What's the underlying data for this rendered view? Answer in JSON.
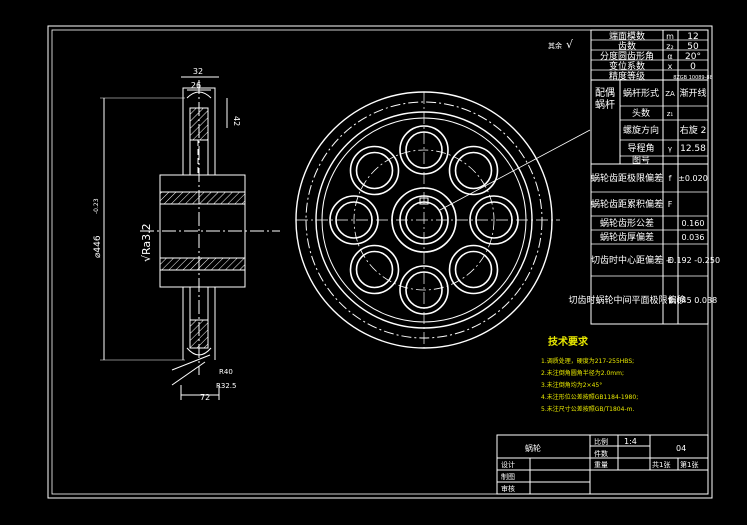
{
  "dims": {
    "d32": "32",
    "d26": "26",
    "d42": "42",
    "d446": "⌀446",
    "d446_tol": "-0.23",
    "ra": "√Ra3.2",
    "r40": "R40",
    "r32_5": "R32.5",
    "d72": "72",
    "roughness_rest_label": "其余",
    "roughness_rest_value": "√"
  },
  "params": [
    {
      "name": "端面模数",
      "sym": "m",
      "val": "12"
    },
    {
      "name": "齿数",
      "sym": "z₂",
      "val": "50"
    },
    {
      "name": "分度圆齿形角",
      "sym": "α",
      "val": "20°"
    },
    {
      "name": "变位系数",
      "sym": "x",
      "val": "0"
    },
    {
      "name": "精度等级",
      "sym": "",
      "val": "8ZGB 10089-88"
    }
  ],
  "mating": {
    "label": "配偶蜗杆",
    "rows": [
      {
        "name": "蜗杆形式",
        "sym": "ZA",
        "val": "渐开线"
      },
      {
        "name": "头数",
        "sym": "z₁",
        "val": ""
      },
      {
        "name": "螺旋方向",
        "sym": "",
        "val": "右旋 2"
      },
      {
        "name": "导程角",
        "sym": "γ",
        "val": "12.58"
      },
      {
        "name": "图号",
        "sym": "",
        "val": ""
      }
    ]
  },
  "tolerances": [
    {
      "name": "蜗轮齿距极限偏差",
      "sym": "f",
      "val": "±0.020"
    },
    {
      "name": "蜗轮齿距累积偏差",
      "sym": "F",
      "val": ""
    },
    {
      "name": "蜗轮齿形公差",
      "sym": "",
      "val": "0.160"
    },
    {
      "name": "蜗轮齿厚偏差",
      "sym": "",
      "val": "0.036"
    },
    {
      "name": "切齿时中心距偏差",
      "sym": "E",
      "val": "-0.192 -0.250"
    },
    {
      "name": "切齿时蜗轮中间平面极限偏移",
      "sym": "f",
      "val": "0.045 0.038"
    }
  ],
  "notes": {
    "title": "技术要求",
    "items": [
      "1.调质处理，硬度为217-255HBS;",
      "2.未注倒角圆角半径为2.0mm;",
      "3.未注倒角均为2×45°",
      "4.未注形位公差按照GB1184-1980;",
      "5.未注尺寸公差按照GB/T1804-m."
    ]
  },
  "title_block": {
    "part_name": "蜗轮",
    "scale_label": "比例",
    "scale_value": "1:4",
    "drawing_no": "04",
    "count_label": "件数",
    "weight_label": "重量",
    "sheets_total": "共1张",
    "sheet_no": "第1张",
    "design": "设计",
    "draw": "制图",
    "review": "审核"
  },
  "colors": {
    "background": "#000000",
    "lines": "#ffffff",
    "notes_text": "#e8e800"
  }
}
